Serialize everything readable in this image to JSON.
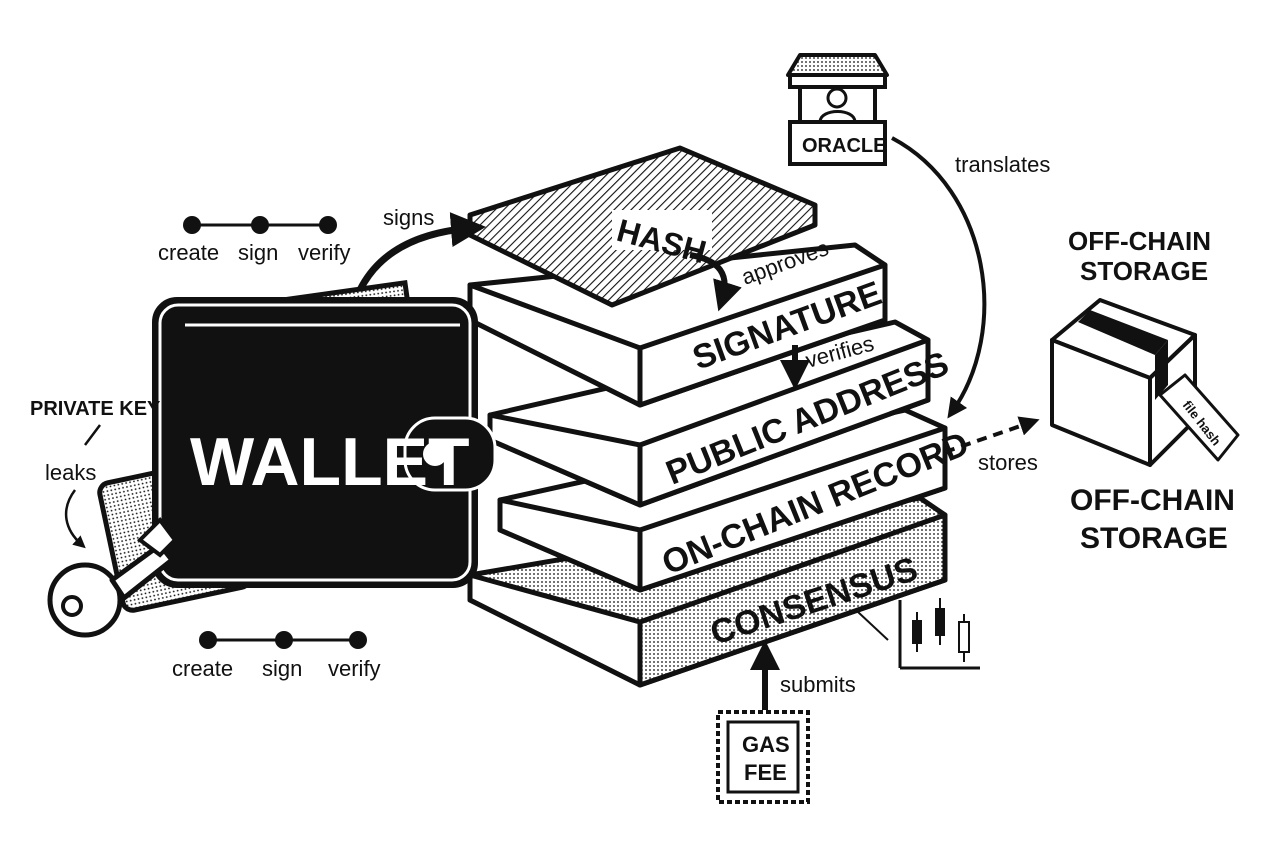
{
  "colors": {
    "ink": "#111111",
    "paper": "#ffffff",
    "shade": "#e8e8e8"
  },
  "wallet": {
    "title": "WALLET"
  },
  "key": {
    "label": "PRIVATE KEY",
    "leaks": "leaks"
  },
  "timeline_top": {
    "steps": [
      "create",
      "sign",
      "verify"
    ]
  },
  "timeline_bottom": {
    "steps": [
      "create",
      "sign",
      "verify"
    ]
  },
  "stack": {
    "hash": "HASH",
    "signature": "SIGNATURE",
    "public_address": "PUBLIC ADDRESS",
    "record": "ON-CHAIN RECORD",
    "consensus": "CONSENSUS"
  },
  "arrows": {
    "signs": "signs",
    "approves": "approves",
    "verifies": "verifies",
    "translates": "translates",
    "stores": "stores",
    "submits": "submits",
    "file_hash": "file hash"
  },
  "oracle": {
    "label": "ORACLE"
  },
  "storage": {
    "title_top_1": "OFF-CHAIN",
    "title_top_2": "STORAGE",
    "title_bottom_1": "OFF-CHAIN",
    "title_bottom_2": "STORAGE"
  },
  "gas": {
    "line1": "GAS",
    "line2": "FEE"
  }
}
